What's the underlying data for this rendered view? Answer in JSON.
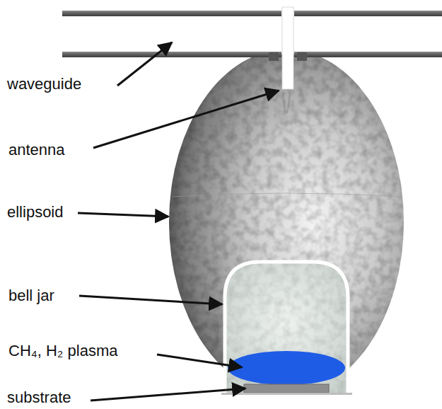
{
  "diagram": {
    "labels": [
      "waveguide",
      "antenna",
      "ellipsoid",
      "bell jar",
      "CH₄, H₂ plasma",
      "substrate"
    ]
  }
}
